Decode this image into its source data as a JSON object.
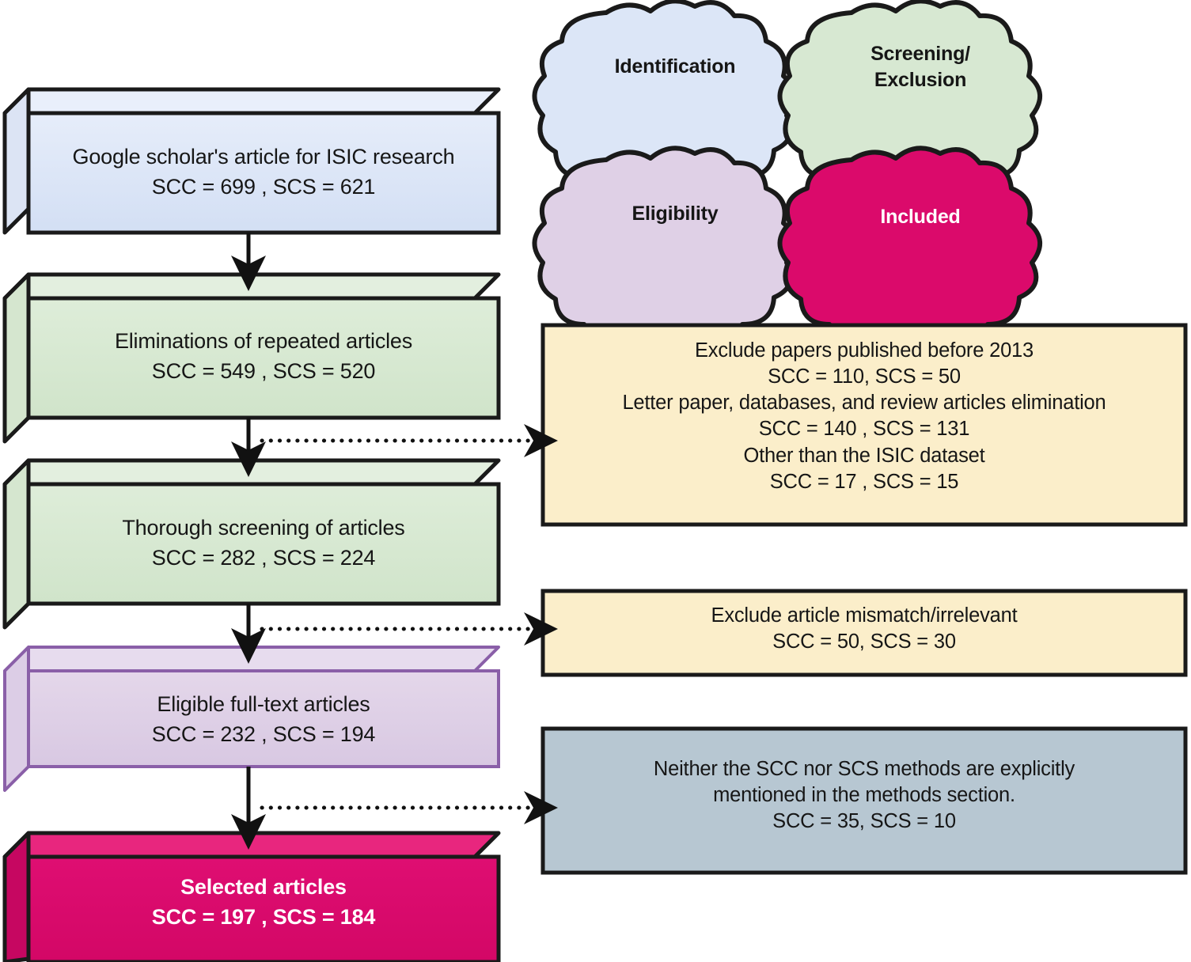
{
  "diagram": {
    "title": "PRISMA article selection flow diagram",
    "colors": {
      "identification_blue": "#DCE6F7",
      "screening_green": "#D7E8D2",
      "eligibility_purple": "#DFD0E6",
      "included_pink": "#DB0A6B",
      "exclusion_yellow": "#FBEECA",
      "note_bluegray": "#B7C7D2",
      "outline_black": "#1A1A1A",
      "outline_purple": "#8A5FA8"
    },
    "legend_clouds": [
      {
        "id": "identification",
        "label": "Identification",
        "fill": "#DCE6F7",
        "text_color": "#161616"
      },
      {
        "id": "screening-exclusion",
        "label": "Screening/\nExclusion",
        "fill": "#D7E8D2",
        "text_color": "#161616"
      },
      {
        "id": "eligibility",
        "label": "Eligibility",
        "fill": "#DFD0E6",
        "text_color": "#161616"
      },
      {
        "id": "included",
        "label": "Included",
        "fill": "#DB0A6B",
        "text_color": "#ffffff"
      }
    ],
    "flow_boxes": [
      {
        "id": "google-scholar-articles",
        "line1": "Google scholar's article for ISIC research",
        "line2": "SCC = 699 , SCS = 621",
        "scc": 699,
        "scs": 621,
        "fill": "#DCE6F7",
        "text_color": "#161616",
        "bold": false
      },
      {
        "id": "eliminations-repeated",
        "line1": "Eliminations of repeated articles",
        "line2": "SCC = 549 , SCS = 520",
        "scc": 549,
        "scs": 520,
        "fill": "#D7E8D2",
        "text_color": "#161616",
        "bold": false
      },
      {
        "id": "thorough-screening",
        "line1": "Thorough screening of articles",
        "line2": "SCC = 282 , SCS = 224",
        "scc": 282,
        "scs": 224,
        "fill": "#D7E8D2",
        "text_color": "#161616",
        "bold": false
      },
      {
        "id": "eligible-fulltext",
        "line1": "Eligible full-text articles",
        "line2": "SCC = 232 , SCS = 194",
        "scc": 232,
        "scs": 194,
        "fill": "#DFD0E6",
        "text_color": "#161616",
        "bold": false
      },
      {
        "id": "selected-articles",
        "line1": "Selected  articles",
        "line2": "SCC = 197 , SCS = 184",
        "scc": 197,
        "scs": 184,
        "fill": "#DB0A6B",
        "text_color": "#ffffff",
        "bold": true
      }
    ],
    "side_boxes": [
      {
        "id": "exclusion-criteria",
        "fill": "#FBEECA",
        "lines": [
          "Exclude papers published before 2013",
          "SCC = 110, SCS =  50",
          "Letter paper, databases, and review articles elimination",
          "SCC = 140 , SCS = 131",
          "Other than the ISIC dataset",
          "SCC = 17 , SCS = 15"
        ],
        "text": "Exclude papers published before 2013\nSCC = 110, SCS =  50\nLetter paper, databases, and review articles elimination\nSCC = 140 , SCS = 131\nOther than the ISIC dataset\nSCC = 17 , SCS = 15"
      },
      {
        "id": "exclude-mismatch",
        "fill": "#FBEECA",
        "lines": [
          "Exclude article mismatch/irrelevant",
          "SCC = 50, SCS = 30"
        ],
        "text": "Exclude article mismatch/irrelevant\nSCC = 50, SCS = 30"
      },
      {
        "id": "methods-not-mentioned",
        "fill": "#B7C7D2",
        "lines": [
          "Neither the SCC nor SCS methods are explicitly",
          "mentioned in the methods section.",
          "SCC = 35, SCS = 10"
        ],
        "text": "Neither the SCC nor SCS methods are explicitly\nmentioned in the methods section.\nSCC = 35, SCS = 10"
      }
    ],
    "connectors": [
      {
        "id": "arrow-box1-box2",
        "type": "solid-down"
      },
      {
        "id": "arrow-box2-box3",
        "type": "solid-down"
      },
      {
        "id": "arrow-box3-box4",
        "type": "solid-down"
      },
      {
        "id": "arrow-box4-box5",
        "type": "solid-down"
      },
      {
        "id": "dotted-to-exclusion-criteria",
        "type": "dotted-right"
      },
      {
        "id": "dotted-to-exclude-mismatch",
        "type": "dotted-right"
      },
      {
        "id": "dotted-to-methods-not-mentioned",
        "type": "dotted-right"
      }
    ]
  }
}
